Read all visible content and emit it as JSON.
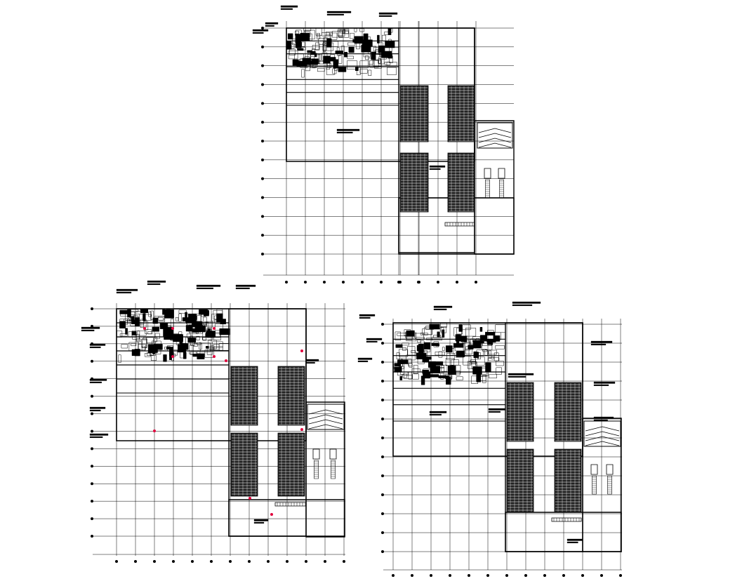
{
  "drawing": {
    "background": "#ffffff",
    "line_color": "#000000",
    "accent_color": "#e0003c",
    "plans": [
      {
        "id": "plan-top",
        "grid_cols": 12,
        "grid_rows": 13,
        "shelf_blocks": 4,
        "markers": false
      },
      {
        "id": "plan-bottom-left",
        "grid_cols": 13,
        "grid_rows": 14,
        "shelf_blocks": 4,
        "markers": true
      },
      {
        "id": "plan-bottom-right",
        "grid_cols": 13,
        "grid_rows": 13,
        "shelf_blocks": 4,
        "markers": false
      }
    ]
  }
}
